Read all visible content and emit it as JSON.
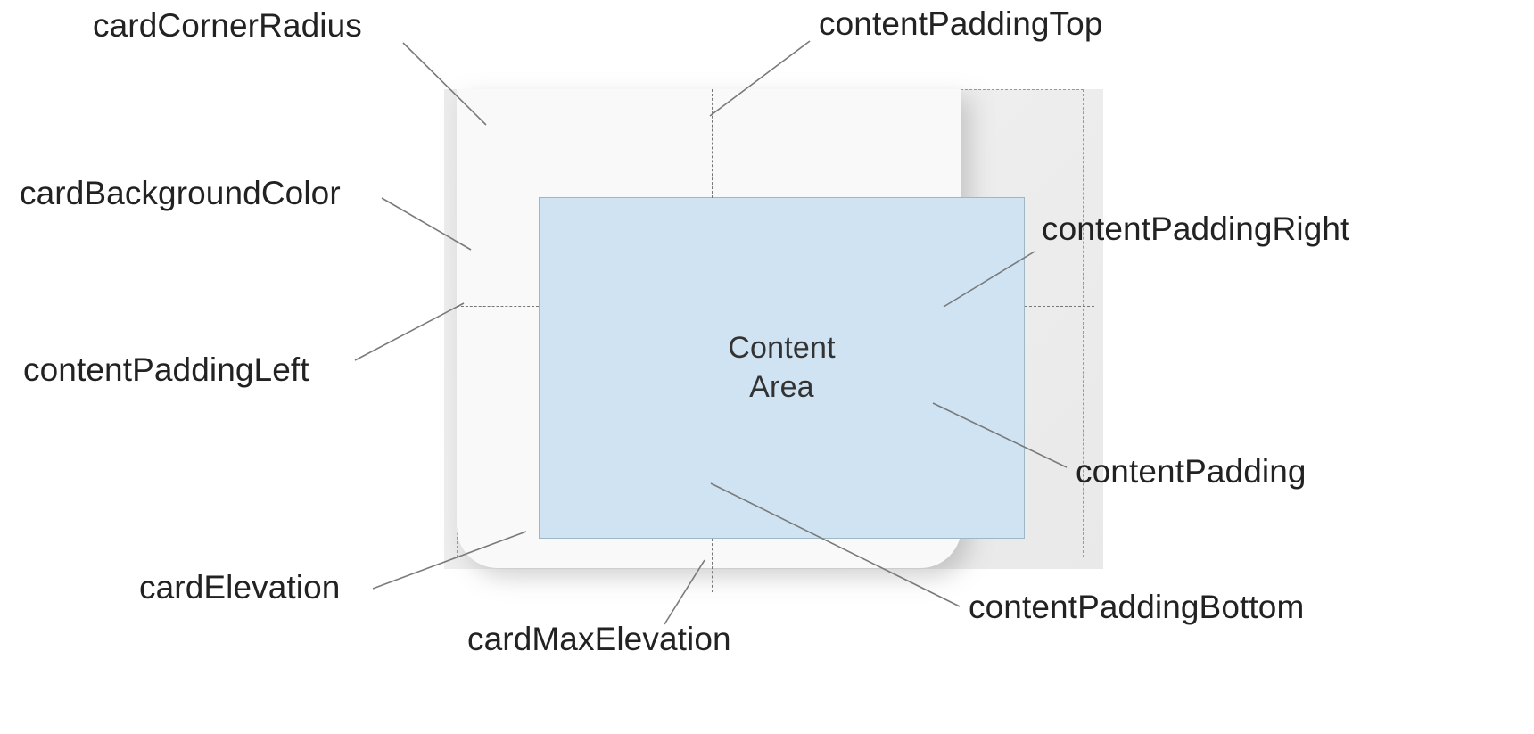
{
  "diagram": {
    "title": "CardView attribute anatomy diagram",
    "content_area_label": "Content\nArea",
    "colors": {
      "card_background": "#f9f9f9",
      "content_area_fill": "#cfe3f2",
      "content_area_border": "#9fb6c4",
      "max_elevation_plate": "#ececec",
      "guide_line": "#9a9a9a",
      "leader_line": "#7a7a7a",
      "label_text": "#222222",
      "content_text": "#333333",
      "page_background": "#ffffff"
    },
    "labels": [
      {
        "id": "card-corner-radius",
        "text": "cardCornerRadius"
      },
      {
        "id": "content-padding-top",
        "text": "contentPaddingTop"
      },
      {
        "id": "card-background-color",
        "text": "cardBackgroundColor"
      },
      {
        "id": "content-padding-right",
        "text": "contentPaddingRight"
      },
      {
        "id": "content-padding-left",
        "text": "contentPaddingLeft"
      },
      {
        "id": "content-padding",
        "text": "contentPadding"
      },
      {
        "id": "card-elevation",
        "text": "cardElevation"
      },
      {
        "id": "content-padding-bottom",
        "text": "contentPaddingBottom"
      },
      {
        "id": "card-max-elevation",
        "text": "cardMaxElevation"
      }
    ]
  }
}
